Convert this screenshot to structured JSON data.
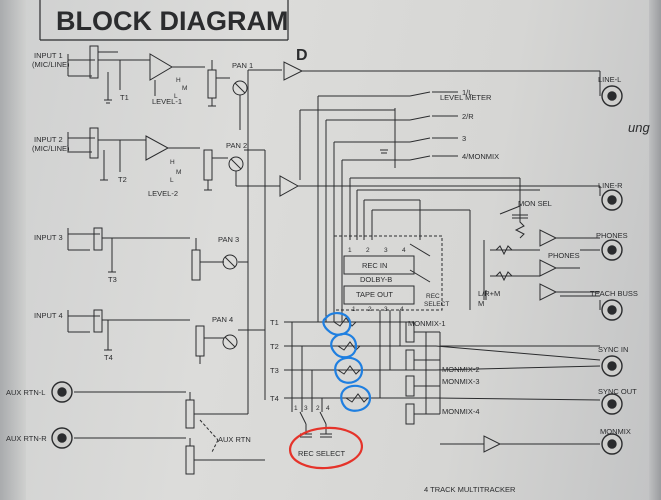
{
  "header": {
    "title": "BLOCK DIAGRAM",
    "title_fragment": "D"
  },
  "inputs": [
    {
      "label": "INPUT 1",
      "sub": "(MIC/LINE)",
      "pan": "PAN 1",
      "level": "LEVEL-1",
      "track": "T1"
    },
    {
      "label": "INPUT 2",
      "sub": "(MIC/LINE)",
      "pan": "PAN 2",
      "level": "LEVEL-2",
      "track": "T2"
    },
    {
      "label": "INPUT 3",
      "sub": "",
      "pan": "PAN 3",
      "level": "",
      "track": "T3"
    },
    {
      "label": "INPUT 4",
      "sub": "",
      "pan": "PAN 4",
      "level": "",
      "track": "T4"
    }
  ],
  "level_switch": {
    "h": "H",
    "m": "M",
    "l": "L"
  },
  "aux": {
    "rtn_l": "AUX RTN-L",
    "rtn_r": "AUX RTN-R",
    "rtn": "AUX RTN"
  },
  "level_meter": {
    "title": "LEVEL METER",
    "channels": [
      "1/L",
      "2/R",
      "3",
      "4/MONMIX"
    ]
  },
  "outputs": {
    "line_l": "LINE-L",
    "line_r": "LINE-R",
    "phones": "PHONES",
    "teach_buss": "TEACH BUSS",
    "sync_in": "SYNC IN",
    "sync_out": "SYNC OUT",
    "monmix": "MONMIX"
  },
  "mon_sel": {
    "title": "MON SEL",
    "phones": "PHONES",
    "lr_m": "L/R+M",
    "m": "M"
  },
  "dolby": {
    "rec_in": "REC IN",
    "dolby": "DOLBY-B",
    "tape_out": "TAPE OUT",
    "numbers": [
      "1",
      "2",
      "3",
      "4"
    ],
    "rec_select": "REC\nSELECT"
  },
  "tracks": [
    "T1",
    "T2",
    "T3",
    "T4"
  ],
  "monmix": [
    "MONMIX-1",
    "MONMIX-2",
    "MONMIX-3",
    "MONMIX-4"
  ],
  "rec_select": {
    "label": "REC SELECT",
    "numbers": [
      "1",
      "3",
      "2",
      "4"
    ]
  },
  "footer": "4 TRACK MULTITRACKER",
  "margin_text": "ung",
  "colors": {
    "ink": "#2b2c2e",
    "paper": "#d6d6d4",
    "annotation_red": "#e5332a",
    "annotation_blue": "#1f7fe0"
  }
}
